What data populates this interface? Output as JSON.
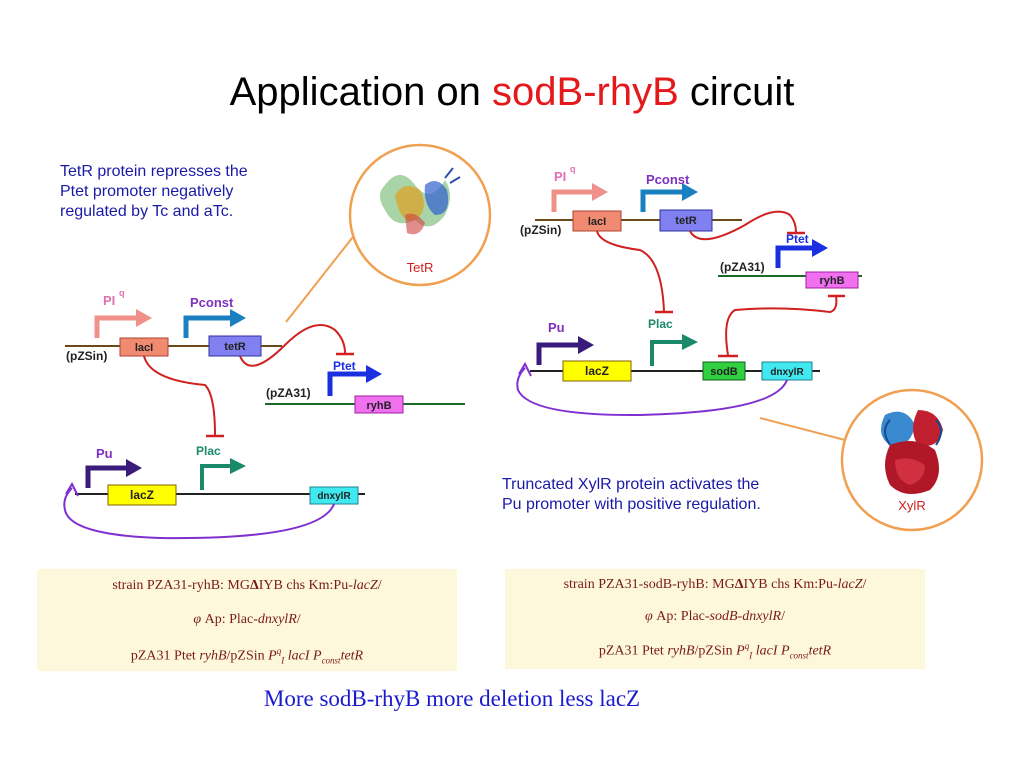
{
  "title": {
    "prefix": "Application on ",
    "highlight": "sodB-rhyB",
    "suffix": " circuit"
  },
  "notes": {
    "tetr_desc": [
      "TetR protein represses the",
      "Ptet promoter negatively",
      "regulated by Tc and aTc."
    ],
    "xylr_desc": [
      "Truncated XylR protein activates the",
      "Pu promoter with positive regulation."
    ]
  },
  "proteins": {
    "tetr": "TetR",
    "xylr": "XylR"
  },
  "labels": {
    "pi": "PI",
    "q": "q",
    "pconst": "Pconst",
    "psin": "(pZSin)",
    "laci": "lacI",
    "tetr_gene": "tetR",
    "ptet": "Ptet",
    "pza31": "(pZA31)",
    "ryhb": "ryhB",
    "pu": "Pu",
    "plac": "Plac",
    "lacz": "lacZ",
    "dnxylr": "dnxylR",
    "sodb": "sodB"
  },
  "strain_left": {
    "line1a": "strain PZA31-ryhB: MG",
    "delta": "Δ",
    "line1b": "IYB chs Km:Pu-",
    "line1c": "lacZ",
    "line1d": "/",
    "line2a": "φ",
    "line2b": " Ap: Plac-",
    "line2c": "dnxylR",
    "line2d": "/",
    "line3a": "pZA31 Ptet ",
    "line3b": "ryhB",
    "line3c": "/pZSin ",
    "line3d": "P",
    "line3e": "q",
    "line3f": "I",
    "line3g": " lacI ",
    "line3h": "P",
    "line3i": "const",
    "line3j": "tetR"
  },
  "strain_right": {
    "line1a": "strain PZA31-sodB-ryhB: MG",
    "delta": "Δ",
    "line1b": "IYB chs Km:Pu-",
    "line1c": "lacZ",
    "line1d": "/",
    "line2a": "φ",
    "line2b": " Ap: Plac-",
    "line2c": "sodB-dnxylR",
    "line2d": "/",
    "line3a": "pZA31 Ptet ",
    "line3b": "ryhB",
    "line3c": "/pZSin ",
    "line3d": "P",
    "line3e": "q",
    "line3f": "I",
    "line3g": " lacI ",
    "line3h": "P",
    "line3i": "const",
    "line3j": "tetR"
  },
  "conclusion": "More sodB-rhyB  more deletion  less lacZ",
  "colors": {
    "title_highlight": "#e3191c",
    "note_text": "#1a1aa8",
    "callout": "#f0a050",
    "laci": "#f08a70",
    "tetr_box": "#8080f0",
    "ryhb": "#f070f0",
    "lacz": "#ffff00",
    "dnxylr": "#40e8f0",
    "sodb": "#30d040",
    "repress": "#d02020",
    "activate": "#8030d0"
  }
}
